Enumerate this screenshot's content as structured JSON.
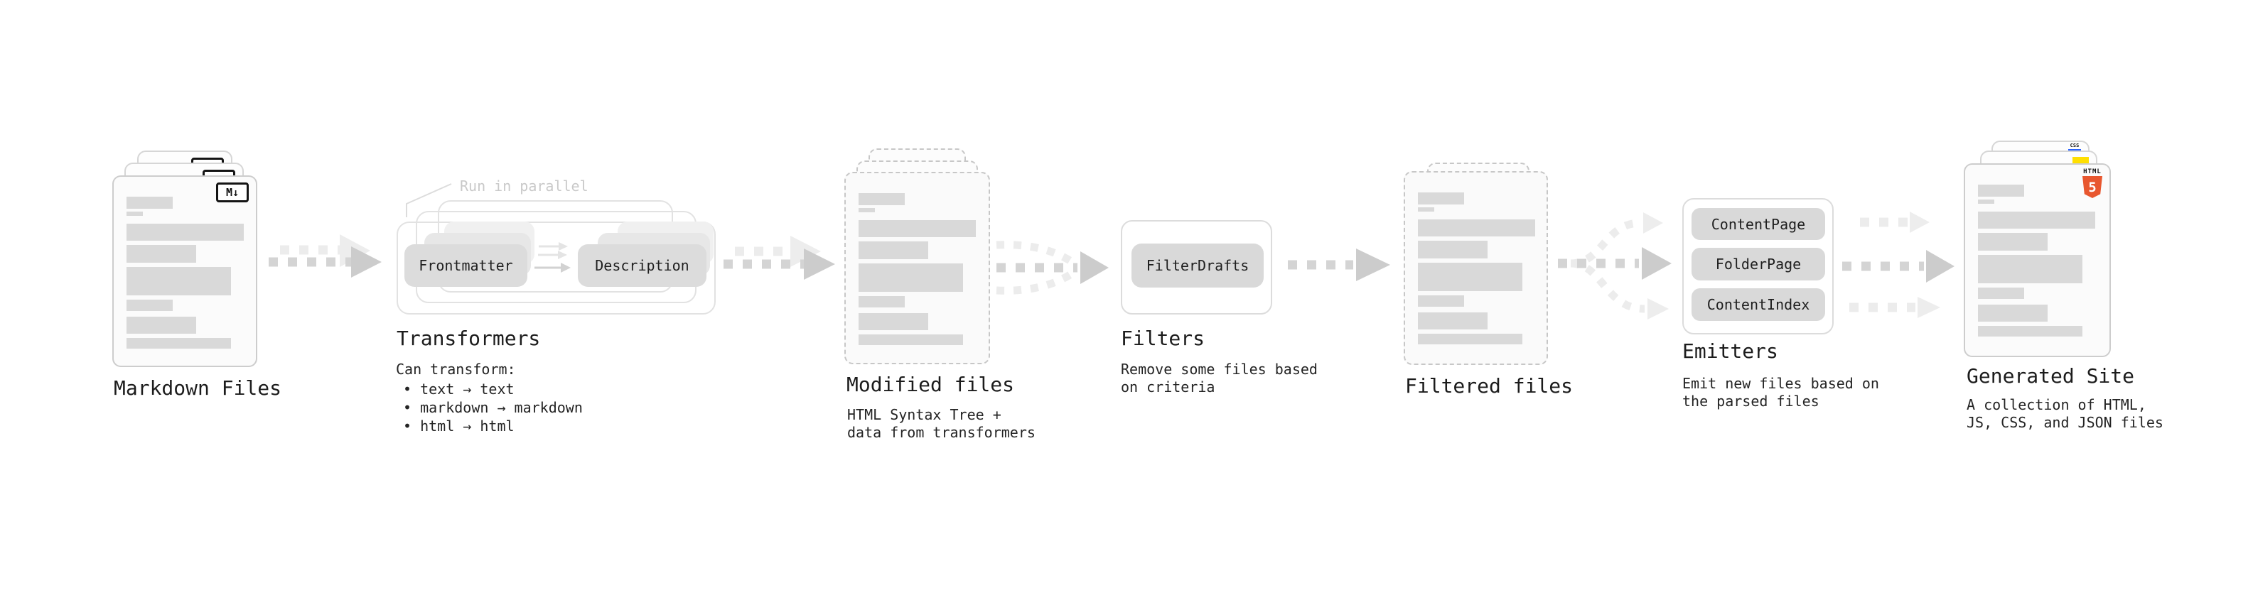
{
  "diagram": {
    "markdown_files": {
      "label": "Markdown Files",
      "badge": "M↓"
    },
    "transformers": {
      "label": "Transformers",
      "annotation": "Run in parallel",
      "node_a": "Frontmatter",
      "node_b": "Description",
      "desc_title": "Can transform:",
      "bullets": [
        "• text → text",
        "• markdown → markdown",
        "• html → html"
      ]
    },
    "modified_files": {
      "label": "Modified files",
      "desc": [
        "HTML Syntax Tree +",
        "data from transformers"
      ]
    },
    "filters": {
      "label": "Filters",
      "node": "FilterDrafts",
      "desc": [
        "Remove some files based",
        "on criteria"
      ]
    },
    "filtered_files": {
      "label": "Filtered files"
    },
    "emitters": {
      "label": "Emitters",
      "nodes": [
        "ContentPage",
        "FolderPage",
        "ContentIndex"
      ],
      "desc": [
        "Emit new files based on",
        "the parsed files"
      ]
    },
    "generated_site": {
      "label": "Generated Site",
      "desc": [
        "A collection of HTML,",
        "JS, CSS, and JSON files"
      ],
      "badge_css": "CSS",
      "badge_html_word": "HTML",
      "badge_html_number": "5"
    }
  },
  "colors": {
    "html_orange": "#e8572f",
    "js_yellow": "#ffdf00",
    "css_blue": "#2962ff",
    "placeholder_bar": "#d9d9d9",
    "arrow_dark": "#d4d4d4",
    "arrow_light": "#ececec"
  }
}
